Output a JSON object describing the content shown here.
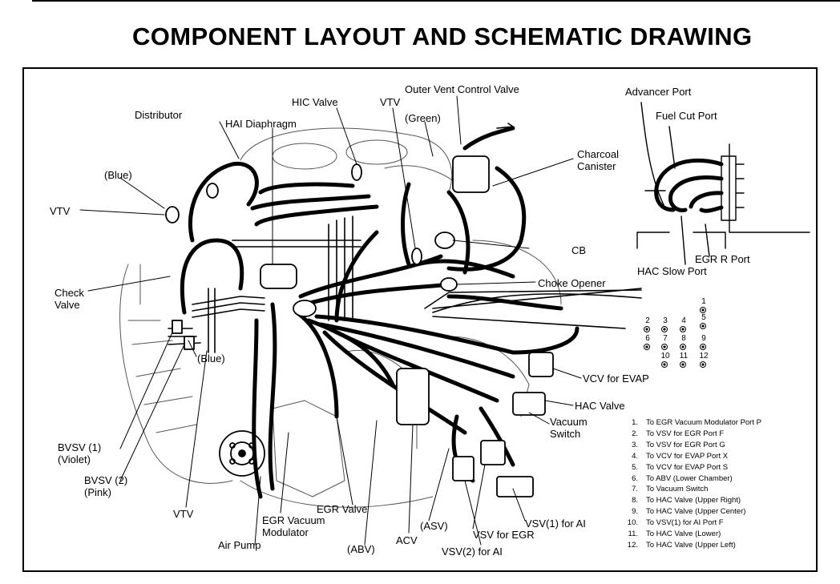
{
  "title": "COMPONENT LAYOUT AND SCHEMATIC DRAWING",
  "labels": {
    "distributor": "Distributor",
    "blue_top": "(Blue)",
    "vtv_left": "VTV",
    "check_valve": "Check\nValve",
    "hai_diaphragm": "HAI Diaphragm",
    "hic_valve": "HIC Valve",
    "vtv_top": "VTV",
    "green": "(Green)",
    "outer_vent": "Outer Vent Control Valve",
    "charcoal_canister": "Charcoal\nCanister",
    "cb": "CB",
    "choke_opener": "Choke Opener",
    "blue_mid": "(Blue)",
    "vcv_evap": "VCV for EVAP",
    "hac_valve": "HAC Valve",
    "vacuum_switch": "Vacuum\nSwitch",
    "bvsv1": "BVSV (1)\n(Violet)",
    "bvsv2": "BVSV (2)\n(Pink)",
    "vtv_bottom": "VTV",
    "egr_vacuum_modulator": "EGR Vacuum\nModulator",
    "air_pump": "Air Pump",
    "egr_valve": "EGR Valve",
    "abv": "(ABV)",
    "acv": "ACV",
    "asv": "(ASV)",
    "vsv_egr": "VSV for EGR",
    "vsv1_ai": "VSV(1) for AI",
    "vsv2_ai": "VSV(2) for AI",
    "advancer_port": "Advancer Port",
    "fuel_cut_port": "Fuel Cut Port",
    "egr_r_port": "EGR R Port",
    "hac_slow_port": "HAC Slow Port"
  },
  "port_numbers": [
    "1",
    "2",
    "3",
    "4",
    "5",
    "6",
    "7",
    "8",
    "9",
    "10",
    "11",
    "12"
  ],
  "legend": [
    {
      "num": "1.",
      "text": "To EGR Vacuum Modulator Port P"
    },
    {
      "num": "2.",
      "text": "To VSV for EGR Port F"
    },
    {
      "num": "3.",
      "text": "To VSV for EGR Port G"
    },
    {
      "num": "4.",
      "text": "To VCV for EVAP Port X"
    },
    {
      "num": "5.",
      "text": "To VCV for EVAP Port S"
    },
    {
      "num": "6.",
      "text": "To ABV (Lower Chamber)"
    },
    {
      "num": "7.",
      "text": "To Vacuum Switch"
    },
    {
      "num": "8.",
      "text": "To HAC Valve (Upper Right)"
    },
    {
      "num": "9.",
      "text": "To HAC Valve (Upper Center)"
    },
    {
      "num": "10.",
      "text": "To VSV(1) for AI Port F"
    },
    {
      "num": "11.",
      "text": "To HAC Valve (Lower)"
    },
    {
      "num": "12.",
      "text": "To HAC Valve (Upper Left)"
    }
  ]
}
